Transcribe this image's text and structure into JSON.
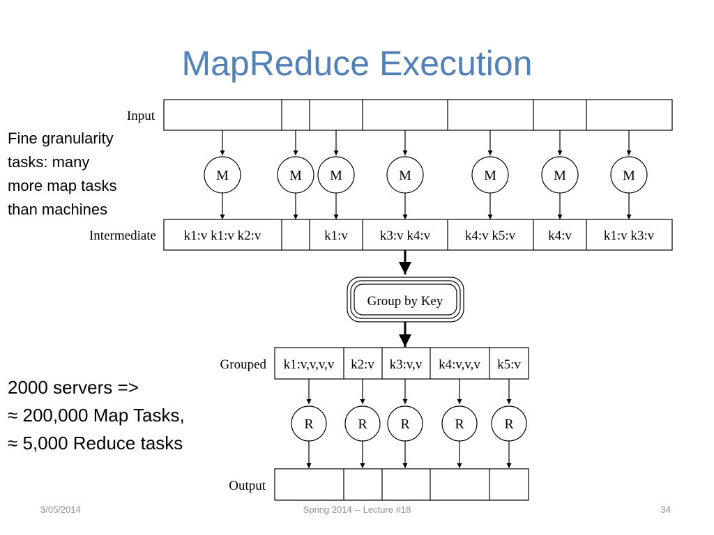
{
  "slide": {
    "title": "MapReduce Execution",
    "note_left_top": [
      "Fine granularity",
      "tasks: many",
      "more map tasks",
      "than machines"
    ],
    "note_left_bottom": [
      "2000 servers =>",
      "≈ 200,000 Map Tasks,",
      "≈ 5,000 Reduce tasks"
    ]
  },
  "diagram": {
    "row_labels": {
      "input": "Input",
      "intermediate": "Intermediate",
      "grouped": "Grouped",
      "output": "Output"
    },
    "map_label": "M",
    "reduce_label": "R",
    "group_by_key": "Group by Key",
    "intermediate_cells": [
      "k1:v k1:v k2:v",
      "",
      "k1:v",
      "k3:v k4:v",
      "k4:v k5:v",
      "k4:v",
      "k1:v k3:v"
    ],
    "grouped_cells": [
      "k1:v,v,v,v",
      "k2:v",
      "k3:v,v",
      "k4:v,v,v",
      "k5:v"
    ]
  },
  "footer": {
    "date": "3/05/2014",
    "center": "Spring 2014 -- Lecture #18",
    "page": "34"
  }
}
